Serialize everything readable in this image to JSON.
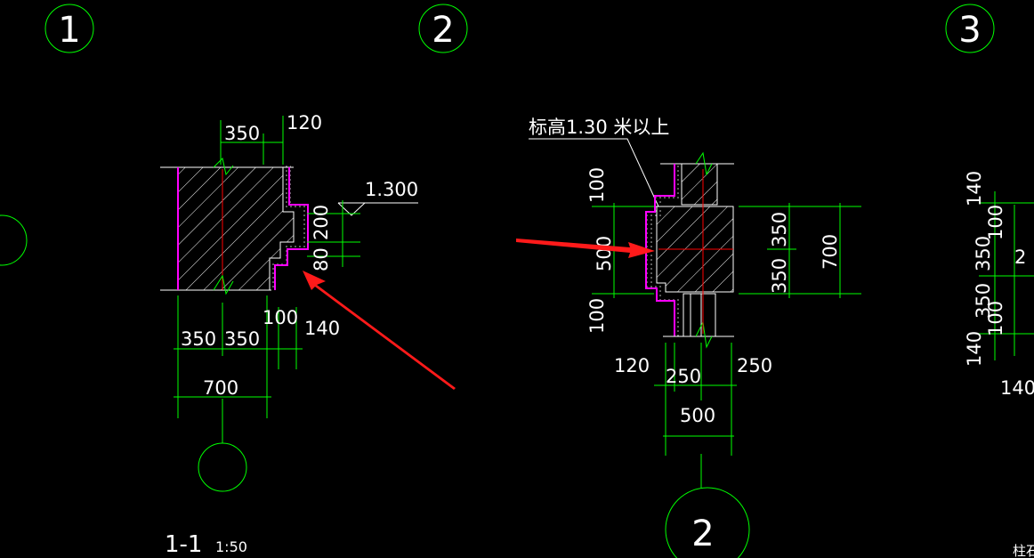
{
  "axis_markers": {
    "top_left": "1",
    "top_middle": "2",
    "top_right": "3",
    "bottom_middle": "2"
  },
  "section_title": {
    "name": "1-1",
    "scale": "1:50"
  },
  "left_detail": {
    "top_width": "350",
    "top_offset": "120",
    "elevation": "1.300",
    "step_height_1": "200",
    "step_height_2": "80",
    "bottom_dims": [
      "350",
      "350",
      "100",
      "140"
    ],
    "total_width": "700"
  },
  "middle_detail": {
    "note": "标高1.30 米以上",
    "left_dims_v": [
      "100",
      "500",
      "100"
    ],
    "right_dims_v": [
      "350",
      "350"
    ],
    "right_total_v": "700",
    "bottom_dims": [
      "120",
      "250",
      "250"
    ],
    "bottom_total": "500"
  },
  "right_detail": {
    "dims_v": [
      "140",
      "100",
      "350",
      "350",
      "100",
      "140"
    ],
    "label_2": "2",
    "bottom_dim": "140",
    "cut_text": "柱石"
  },
  "colors": {
    "background": "#000000",
    "dimension_lines": "#00ff00",
    "outline": "#ffffff",
    "waterproof": "#ff00ff",
    "centerline": "#ff0000",
    "annotation_arrows": "#ff1a1a"
  }
}
